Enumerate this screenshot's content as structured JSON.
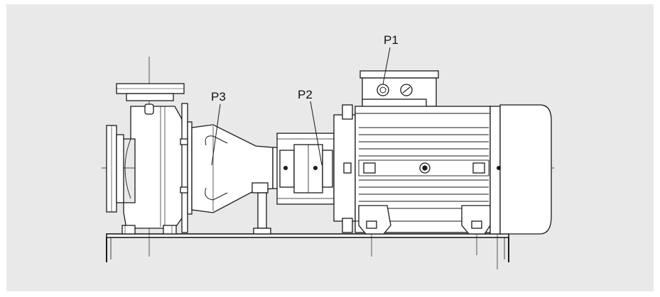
{
  "diagram": {
    "labels": {
      "p1": "P1",
      "p2": "P2",
      "p3": "P3"
    },
    "colors": {
      "background": "#e9e9e9",
      "line": "#1a1a1a",
      "fill": "#ffffff"
    }
  }
}
